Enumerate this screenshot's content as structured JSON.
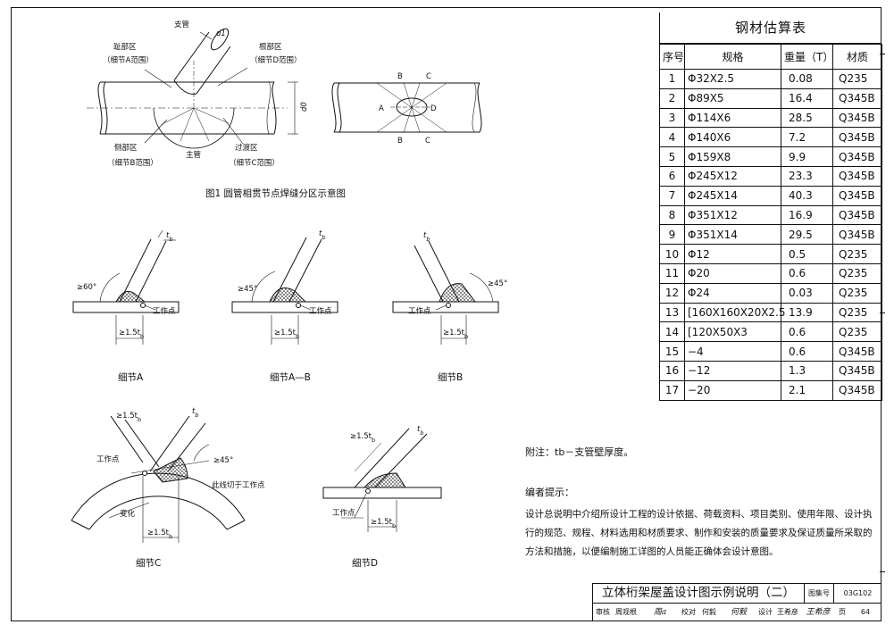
{
  "figure1": {
    "caption": "图1 圆管相贯节点焊缝分区示意图",
    "labels": {
      "branch_pipe": "支管",
      "d1": "d1",
      "heel_zone": "趾部区",
      "heel_zone_sub": "（细节A范围）",
      "root_zone": "根部区",
      "root_zone_sub": "（细节D范围）",
      "side_zone": "侧部区",
      "side_zone_sub": "（细节B范围）",
      "main_pipe": "主管",
      "transition_zone": "过渡区",
      "transition_zone_sub": "（细节C范围）",
      "d0": "d0",
      "pt_a": "A",
      "pt_b": "B",
      "pt_c": "C",
      "pt_d": "D"
    }
  },
  "details": {
    "a": {
      "caption": "细节A",
      "angle": "≥60°",
      "work_point": "工作点",
      "dim": "≥1.5t",
      "tb": "t",
      "sub": "b"
    },
    "ab": {
      "caption": "细节A—B",
      "angle": "≥45°",
      "work_point": "工作点",
      "dim": "≥1.5t",
      "tb": "t",
      "sub": "b"
    },
    "b": {
      "caption": "细节B",
      "angle": "≥45°",
      "work_point": "工作点",
      "dim": "≥1.5t",
      "tb": "t",
      "sub": "b"
    },
    "c": {
      "caption": "细节C",
      "angle": "≥45°",
      "work_point": "工作点",
      "tangent": "此线切于工作点",
      "change": "变化",
      "dim_top": "≥1.5t",
      "dim": "≥1.5t",
      "tb": "t",
      "sub": "b"
    },
    "d": {
      "caption": "细节D",
      "work_point": "工作点",
      "dim_top": "≥1.5t",
      "dim": "≥1.5t",
      "tb": "t",
      "sub": "b"
    }
  },
  "steel_table": {
    "title": "钢材估算表",
    "headers": [
      "序号",
      "规格",
      "重量（T）",
      "材质"
    ],
    "rows": [
      [
        "1",
        "Φ32X2.5",
        "0.08",
        "Q235"
      ],
      [
        "2",
        "Φ89X5",
        "16.4",
        "Q345B"
      ],
      [
        "3",
        "Φ114X6",
        "28.5",
        "Q345B"
      ],
      [
        "4",
        "Φ140X6",
        "7.2",
        "Q345B"
      ],
      [
        "5",
        "Φ159X8",
        "9.9",
        "Q345B"
      ],
      [
        "6",
        "Φ245X12",
        "23.3",
        "Q345B"
      ],
      [
        "7",
        "Φ245X14",
        "40.3",
        "Q345B"
      ],
      [
        "8",
        "Φ351X12",
        "16.9",
        "Q345B"
      ],
      [
        "9",
        "Φ351X14",
        "29.5",
        "Q345B"
      ],
      [
        "10",
        "Φ12",
        "0.5",
        "Q235"
      ],
      [
        "11",
        "Φ20",
        "0.6",
        "Q235"
      ],
      [
        "12",
        "Φ24",
        "0.03",
        "Q235"
      ],
      [
        "13",
        "[160X160X20X2.5",
        "13.9",
        "Q235"
      ],
      [
        "14",
        "[120X50X3",
        "0.6",
        "Q235"
      ],
      [
        "15",
        "−4",
        "0.6",
        "Q345B"
      ],
      [
        "16",
        "−12",
        "1.3",
        "Q345B"
      ],
      [
        "17",
        "−20",
        "2.1",
        "Q345B"
      ]
    ]
  },
  "notes": {
    "appendix": "附注：tb－支管壁厚度。",
    "editor_heading": "编者提示：",
    "editor_text": "设计总说明中介绍所设计工程的设计依据、荷载资料、项目类别、使用年限、设计执行的规范、规程、材料选用和材质要求、制作和安装的质量要求及保证质量所采取的方法和措施，以便编制施工详图的人员能正确体会设计意图。"
  },
  "title_block": {
    "title": "立体桁架屋盖设计图示例说明（二）",
    "atlas_label": "图集号",
    "atlas_no": "03G102",
    "review_label": "审核",
    "reviewer": "周观根",
    "reviewer_sig": "周a",
    "check_label": "校对",
    "checker": "何毅",
    "checker_sig": "何毅",
    "design_label": "设计",
    "designer": "王希彦",
    "designer_sig": "王希彦",
    "page_label": "页",
    "page_no": "64"
  }
}
